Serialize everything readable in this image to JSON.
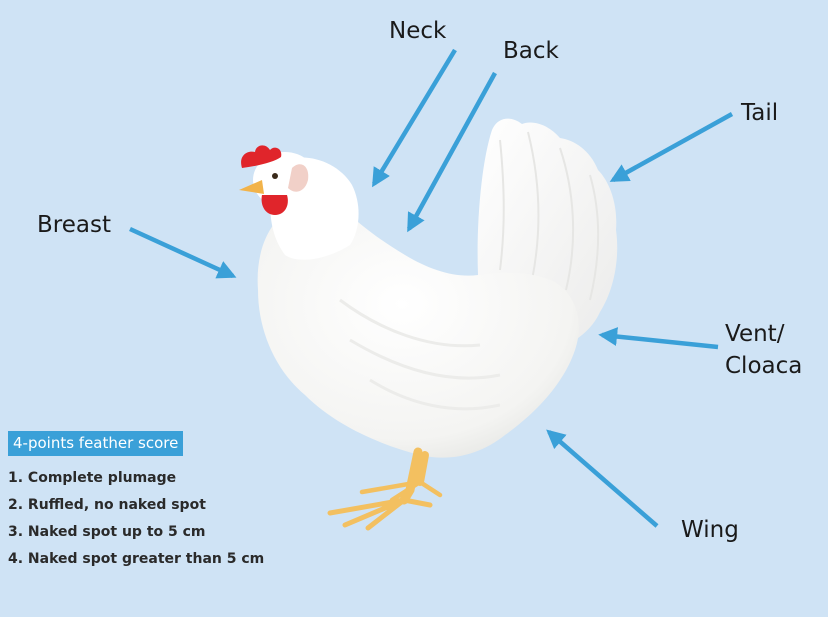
{
  "diagram": {
    "labels": {
      "neck": "Neck",
      "back": "Back",
      "tail": "Tail",
      "breast": "Breast",
      "vent_line1": "Vent/",
      "vent_line2": "Cloaca",
      "wing": "Wing"
    },
    "colors": {
      "background": "#cfe3f5",
      "arrow": "#3aa0d8",
      "legend_title_bg": "#3aa0d8",
      "comb": "#e0252b",
      "beak": "#f2b34a",
      "feet": "#f3c060",
      "plumage": "#ffffff"
    }
  },
  "legend": {
    "title": "4-points feather score",
    "items": [
      "1. Complete plumage",
      "2. Ruffled, no naked spot",
      "3. Naked spot up to 5 cm",
      "4. Naked spot greater than 5 cm"
    ]
  }
}
